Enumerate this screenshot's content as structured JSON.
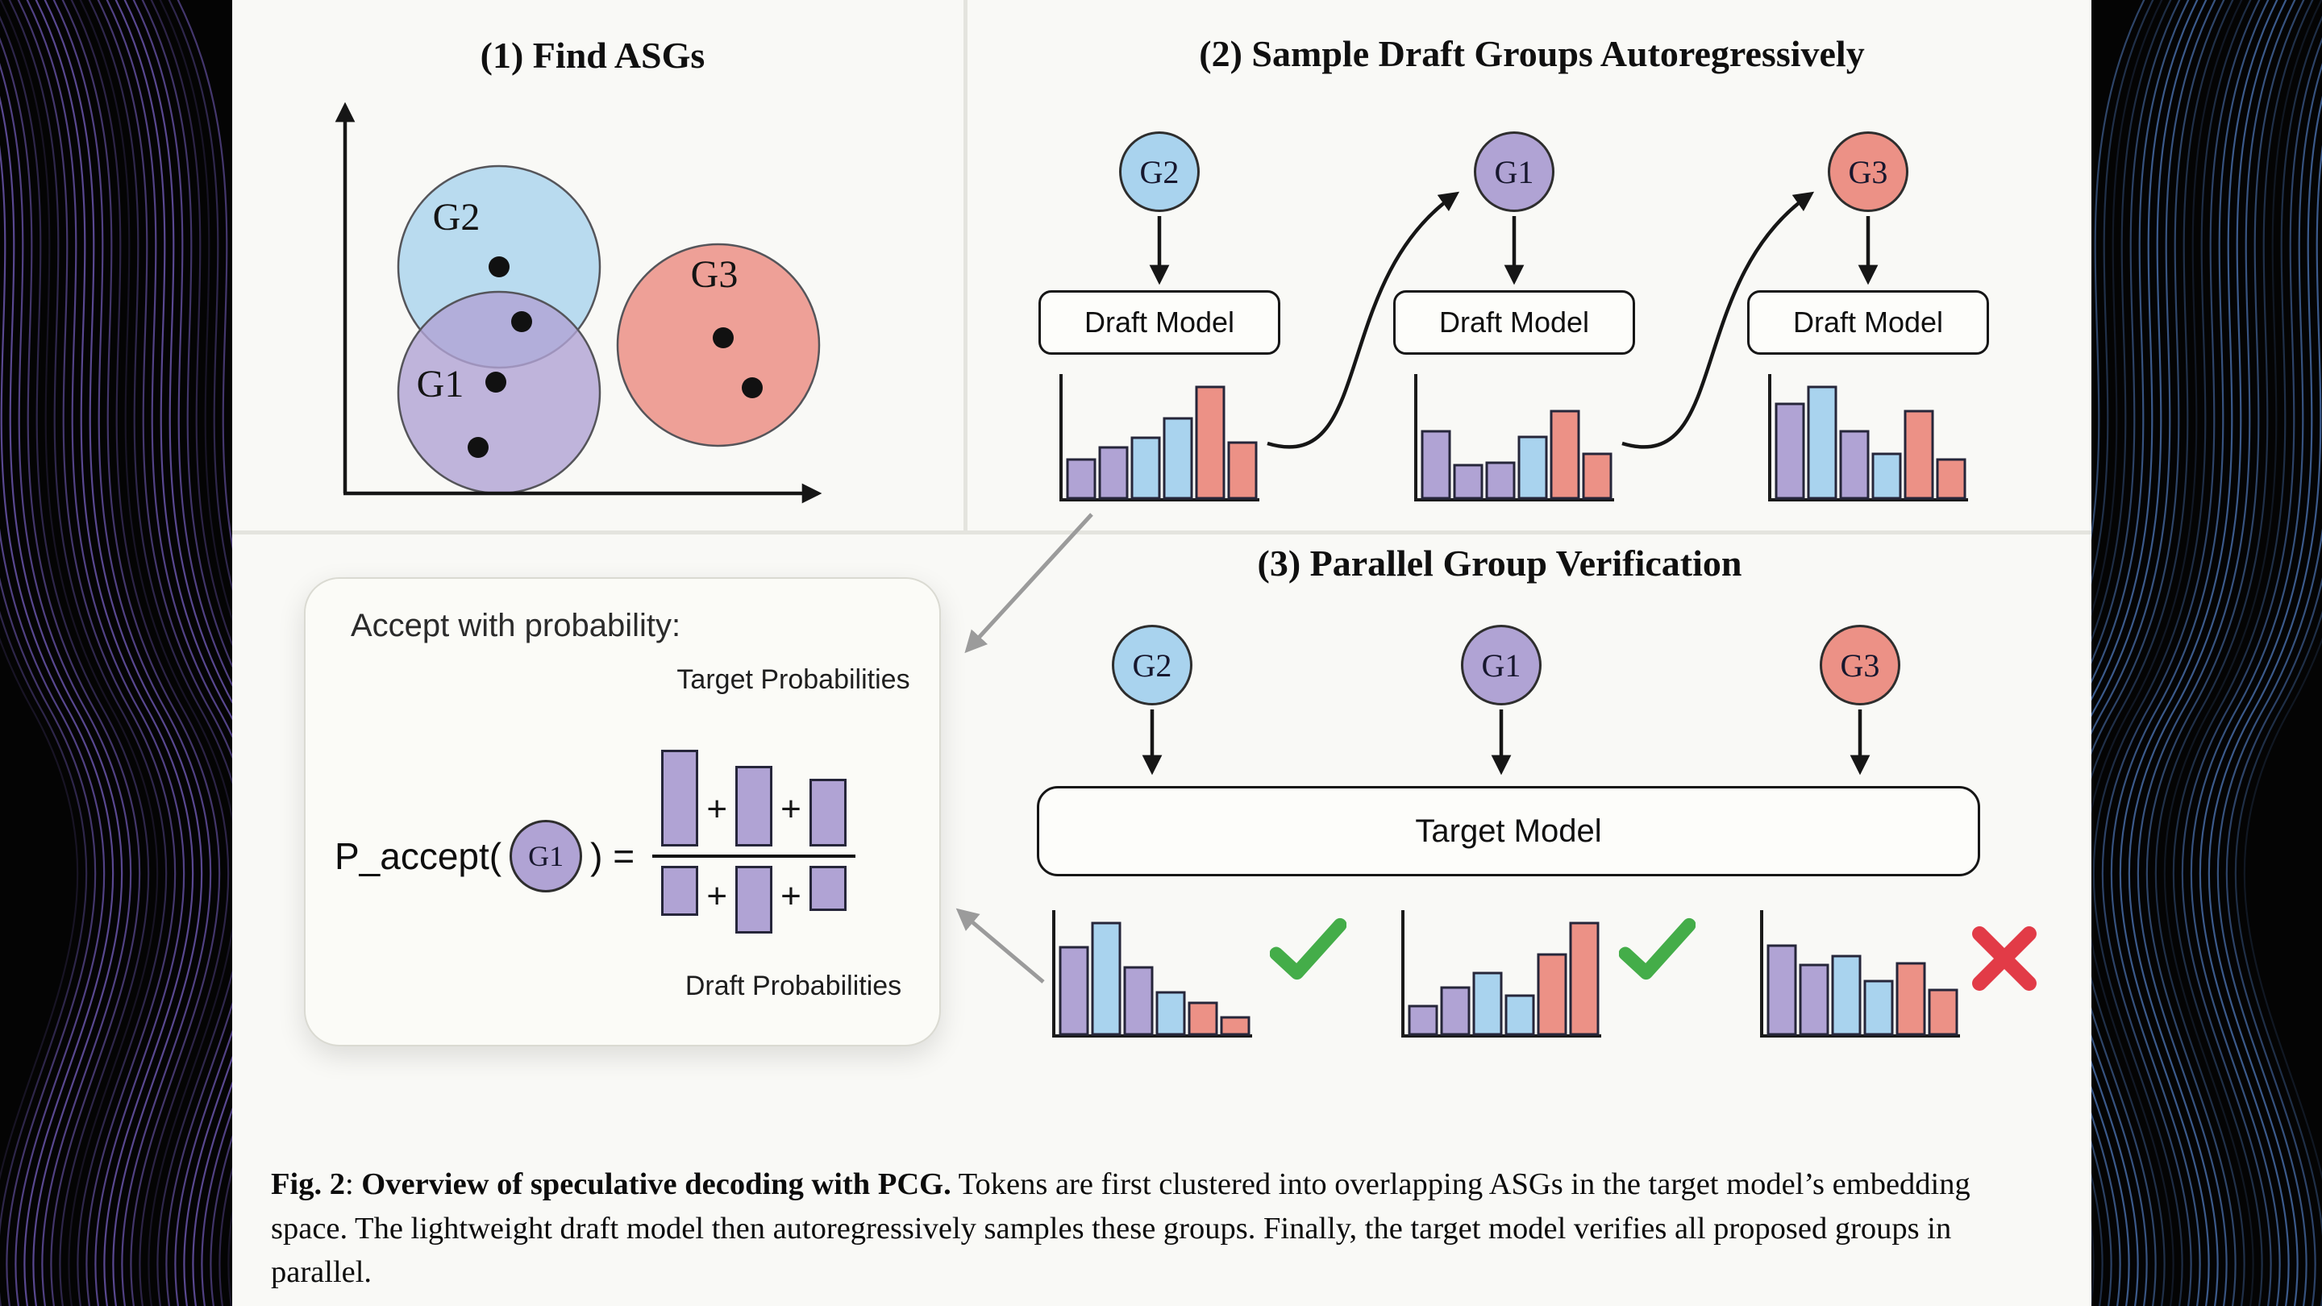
{
  "colors": {
    "blue": "#a9d3ee",
    "purple": "#b0a3d4",
    "red": "#ec9186",
    "outline": "#26263a",
    "check_green": "#44ad49",
    "cross_red": "#e23b47",
    "panel_bg": "#f9f9f6",
    "canvas_bg": "#040404",
    "wave_left": "#8a6fe0",
    "wave_right": "#5b8bd8",
    "gray_arrow": "#9b9b9b"
  },
  "panel1": {
    "title": "(1) Find ASGs",
    "clusters": [
      {
        "label": "G2",
        "color_key": "blue"
      },
      {
        "label": "G1",
        "color_key": "purple"
      },
      {
        "label": "G3",
        "color_key": "red"
      }
    ]
  },
  "panel2": {
    "title": "(2) Sample Draft Groups Autoregressively",
    "columns": [
      {
        "group": "G2",
        "model": "Draft Model"
      },
      {
        "group": "G1",
        "model": "Draft Model"
      },
      {
        "group": "G3",
        "model": "Draft Model"
      }
    ]
  },
  "panel3": {
    "title": "(3) Parallel Group Verification",
    "groups": [
      "G2",
      "G1",
      "G3"
    ],
    "model": "Target Model",
    "results": [
      "accept",
      "accept",
      "reject"
    ]
  },
  "accept_box": {
    "heading": "Accept with probability:",
    "target_label": "Target Probabilities",
    "draft_label": "Draft Probabilities",
    "prefix": "P_accept(",
    "group": "G1",
    "suffix": ") =",
    "plus": "+",
    "numerator_heights": [
      120,
      100,
      84
    ],
    "denominator_heights": [
      62,
      84,
      56
    ]
  },
  "caption": {
    "fig_label": "Fig. 2",
    "colon": ": ",
    "title": "Overview of speculative decoding with PCG.",
    "body": " Tokens are first clustered into overlapping ASGs in the target model’s embedding space. The lightweight draft model then autoregressively samples these groups. Finally, the target model verifies all proposed groups in parallel."
  },
  "chart_data": [
    {
      "id": "draft_dist_g2",
      "type": "bar",
      "colors": [
        "purple",
        "purple",
        "blue",
        "blue",
        "red",
        "red"
      ],
      "values": [
        0.35,
        0.46,
        0.54,
        0.72,
        1.0,
        0.5
      ]
    },
    {
      "id": "draft_dist_g1",
      "type": "bar",
      "colors": [
        "purple",
        "purple",
        "purple",
        "blue",
        "red",
        "red"
      ],
      "values": [
        0.6,
        0.3,
        0.32,
        0.55,
        0.78,
        0.4
      ]
    },
    {
      "id": "draft_dist_g3",
      "type": "bar",
      "colors": [
        "purple",
        "blue",
        "purple",
        "blue",
        "red",
        "red"
      ],
      "values": [
        0.85,
        1.0,
        0.6,
        0.4,
        0.78,
        0.35
      ]
    },
    {
      "id": "verify_dist_g2",
      "type": "bar",
      "colors": [
        "purple",
        "blue",
        "purple",
        "blue",
        "red",
        "red"
      ],
      "values": [
        0.78,
        1.0,
        0.6,
        0.38,
        0.28,
        0.15
      ]
    },
    {
      "id": "verify_dist_g1",
      "type": "bar",
      "colors": [
        "purple",
        "purple",
        "blue",
        "blue",
        "red",
        "red"
      ],
      "values": [
        0.25,
        0.42,
        0.55,
        0.35,
        0.72,
        1.0
      ]
    },
    {
      "id": "verify_dist_g3",
      "type": "bar",
      "colors": [
        "purple",
        "purple",
        "blue",
        "blue",
        "red",
        "red"
      ],
      "values": [
        0.8,
        0.62,
        0.7,
        0.48,
        0.64,
        0.4
      ]
    }
  ]
}
